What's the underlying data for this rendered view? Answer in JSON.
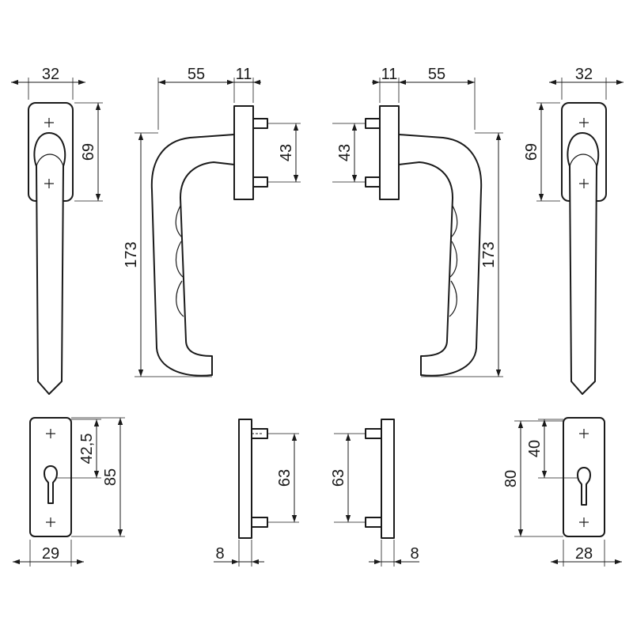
{
  "colors": {
    "line": "#1a1a1a",
    "background": "#ffffff"
  },
  "dims": {
    "top_left_width": "32",
    "top_left_height": "69",
    "handle_left_projection": "55",
    "handle_left_rose": "11",
    "handle_left_length": "173",
    "handle_left_spacing": "43",
    "handle_right_spacing": "43",
    "handle_right_rose": "11",
    "handle_right_projection": "55",
    "handle_right_length": "173",
    "top_right_height": "69",
    "top_right_width": "32",
    "plate_left_half": "42,5",
    "plate_left_height": "85",
    "plate_left_width": "29",
    "side_left_spacing": "63",
    "side_left_thickness": "8",
    "side_right_spacing": "63",
    "side_right_thickness": "8",
    "plate_right_half": "40",
    "plate_right_height": "80",
    "plate_right_width": "28"
  }
}
